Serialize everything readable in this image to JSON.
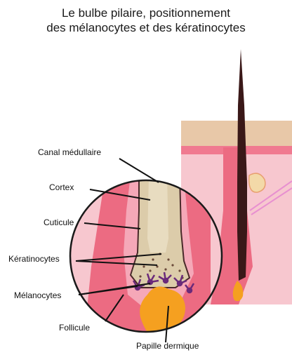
{
  "title": {
    "line1": "Le bulbe pilaire, positionnement",
    "line2": "des mélanocytes et des kératinocytes"
  },
  "labels": {
    "canal": "Canal médullaire",
    "cortex": "Cortex",
    "cuticule": "Cuticule",
    "keratinocytes": "Kératinocytes",
    "melanocytes": "Mélanocytes",
    "follicule": "Follicule",
    "papille": "Papille dermique"
  },
  "colors": {
    "skin_top": "#e8c8a8",
    "skin_layer": "#f08aa0",
    "dermis": "#f7c7cf",
    "follicle_red": "#e8506a",
    "hair_shaft": "#d8c8a0",
    "hair_dark": "#3a1818",
    "melanocyte": "#6a2a7a",
    "papilla": "#f5a020"
  }
}
